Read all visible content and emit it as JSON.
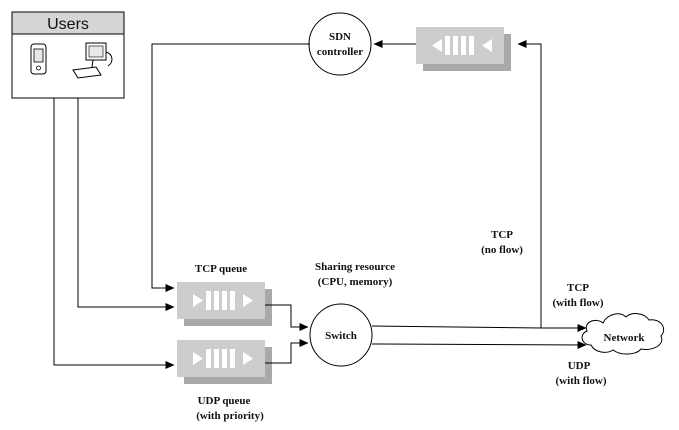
{
  "users_box": {
    "title": "Users",
    "icons": [
      "mobile-phone-icon",
      "desktop-computer-icon"
    ]
  },
  "nodes": {
    "sdn_controller": [
      "SDN",
      "controller"
    ],
    "switch": "Switch",
    "network": "Network"
  },
  "queues": {
    "tcp": {
      "title": "TCP queue"
    },
    "udp": {
      "title": "UDP queue",
      "subtitle": "(with priority)"
    },
    "controller_queue": {
      "direction": "left"
    }
  },
  "labels": {
    "sharing_resource": [
      "Sharing resource",
      "(CPU, memory)"
    ],
    "tcp_no_flow": [
      "TCP",
      "(no flow)"
    ],
    "tcp_with_flow": [
      "TCP",
      "(with flow)"
    ],
    "udp_with_flow": [
      "UDP",
      "(with flow)"
    ]
  },
  "colors": {
    "queue_fill": "#cdcdcd",
    "queue_shadow": "#a9a9a9",
    "users_header": "#d6d6d6",
    "line": "#000000"
  }
}
